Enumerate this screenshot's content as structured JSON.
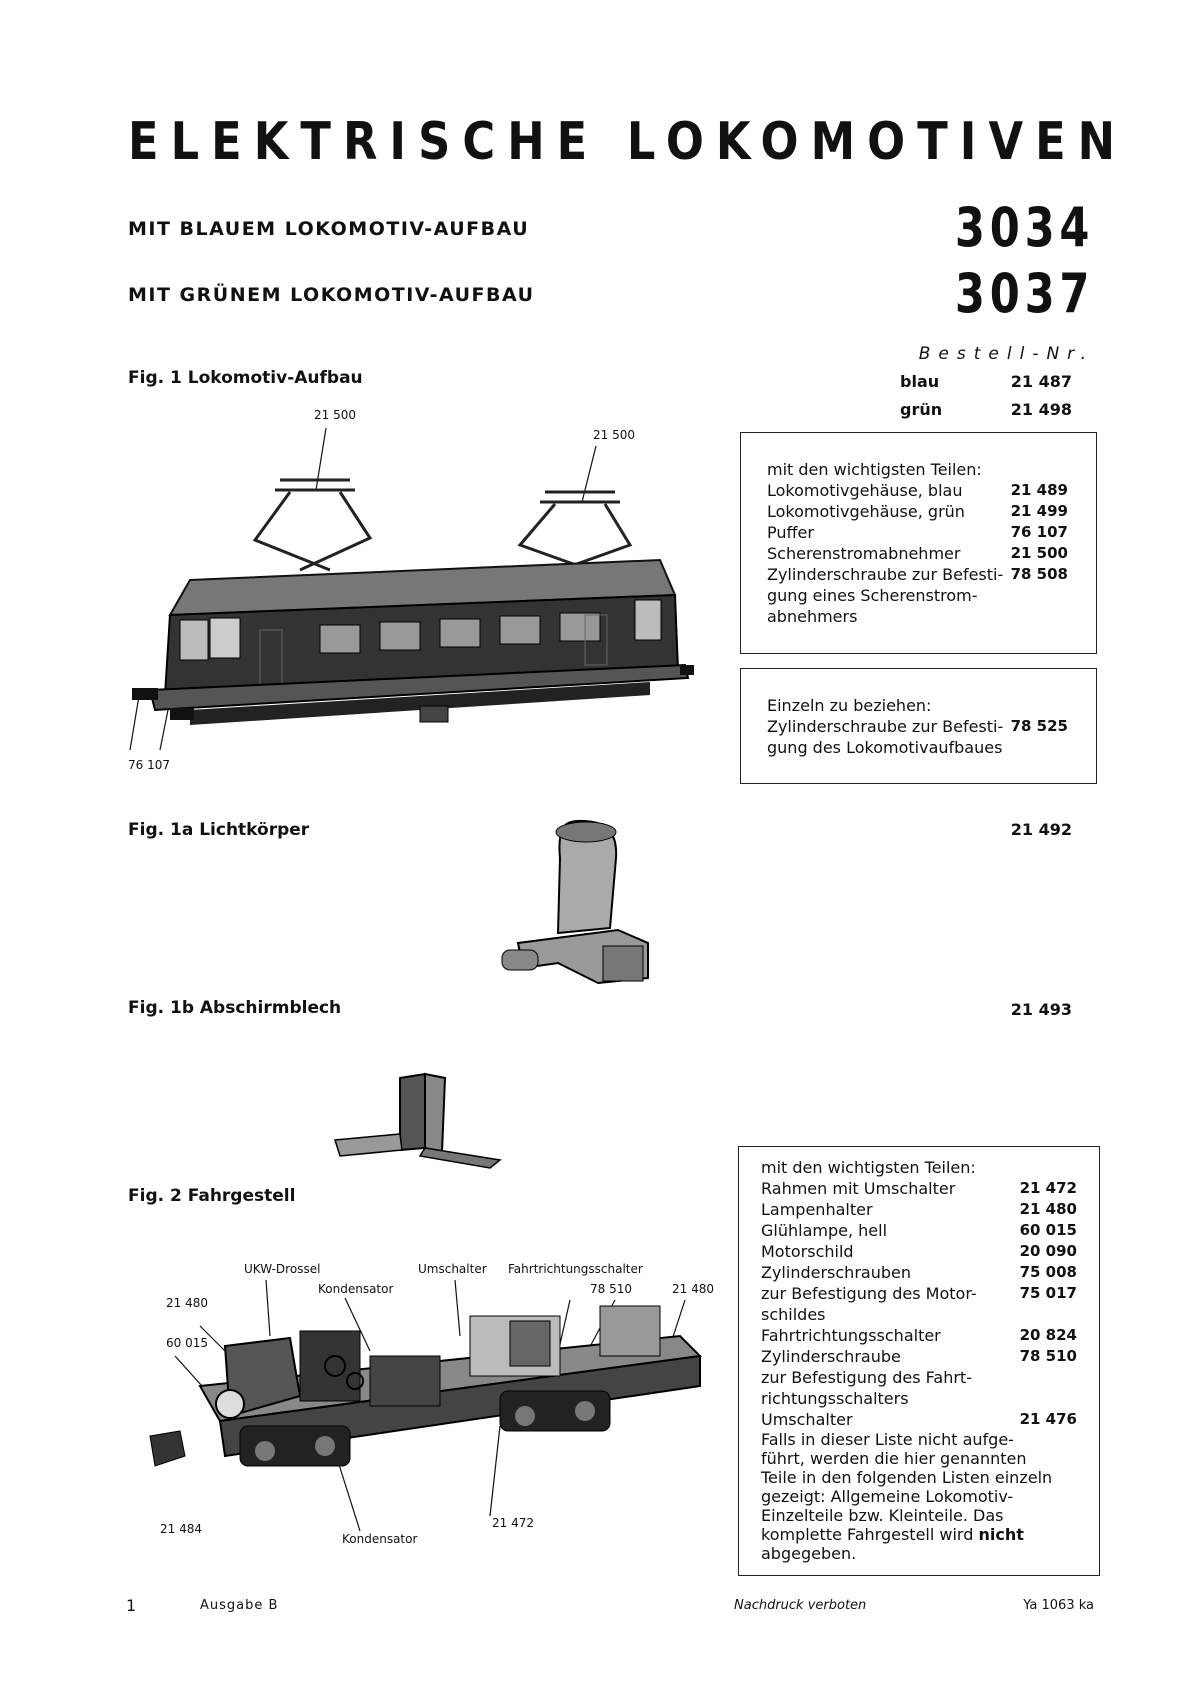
{
  "header": {
    "title": "ELEKTRISCHE LOKOMOTIVEN",
    "variants": [
      {
        "label": "MIT BLAUEM LOKOMOTIV-AUFBAU",
        "number": "3034"
      },
      {
        "label": "MIT GRÜNEM LOKOMOTIV-AUFBAU",
        "number": "3037"
      }
    ]
  },
  "order": {
    "heading": "Bestell-Nr.",
    "rows": [
      {
        "color": "blau",
        "number": "21 487"
      },
      {
        "color": "grün",
        "number": "21 498"
      }
    ]
  },
  "fig1": {
    "caption": "Fig. 1  Lokomotiv-Aufbau",
    "callouts": {
      "pantograph_left": "21 500",
      "pantograph_right": "21 500",
      "buffer": "76 107"
    },
    "parts_box": {
      "intro": "mit den wichtigsten Teilen:",
      "items": [
        {
          "name": "Lokomotivgehäuse, blau",
          "number": "21 489"
        },
        {
          "name": "Lokomotivgehäuse, grün",
          "number": "21 499"
        },
        {
          "name": "Puffer",
          "number": "76 107"
        },
        {
          "name": "Scherenstromabnehmer",
          "number": "21 500"
        },
        {
          "name": "Zylinderschraube zur Befesti-",
          "number": "78 508"
        },
        {
          "name": "gung eines Scherenstrom-",
          "number": ""
        },
        {
          "name": "abnehmers",
          "number": ""
        }
      ]
    },
    "single_box": {
      "intro": "Einzeln zu beziehen:",
      "items": [
        {
          "name": "Zylinderschraube zur Befesti-",
          "number": "78 525"
        },
        {
          "name": "gung des Lokomotivaufbaues",
          "number": ""
        }
      ]
    }
  },
  "fig1a": {
    "caption": "Fig. 1a  Lichtkörper",
    "number": "21 492"
  },
  "fig1b": {
    "caption": "Fig. 1b  Abschirmblech",
    "number": "21 493"
  },
  "fig2": {
    "caption": "Fig. 2  Fahrgestell",
    "callouts": {
      "ukw": "UKW-Drossel",
      "kondensator_top": "Kondensator",
      "umschalter": "Umschalter",
      "fahrtrichtung": "Fahrtrichtungsschalter",
      "n78510": "78 510",
      "n21480_right": "21 480",
      "n21480_left": "21 480",
      "n60015": "60 015",
      "n21484": "21 484",
      "kondensator_bottom": "Kondensator",
      "n21472": "21 472"
    },
    "parts_box": {
      "intro": "mit den wichtigsten Teilen:",
      "items": [
        {
          "name": "Rahmen mit Umschalter",
          "number": "21 472"
        },
        {
          "name": "Lampenhalter",
          "number": "21 480"
        },
        {
          "name": "Glühlampe, hell",
          "number": "60 015"
        },
        {
          "name": "Motorschild",
          "number": "20 090"
        },
        {
          "name": "Zylinderschrauben",
          "number": "75 008"
        },
        {
          "name": "zur Befestigung des Motor-",
          "number": "75 017"
        },
        {
          "name": "schildes",
          "number": ""
        },
        {
          "name": "Fahrtrichtungsschalter",
          "number": "20 824"
        },
        {
          "name": "Zylinderschraube",
          "number": "78 510"
        },
        {
          "name": "zur Befestigung des Fahrt-",
          "number": ""
        },
        {
          "name": "richtungsschalters",
          "number": ""
        },
        {
          "name": "Umschalter",
          "number": "21 476"
        }
      ],
      "note_lines": [
        "Falls in dieser Liste nicht aufge-",
        "führt, werden die hier genannten",
        "Teile in den folgenden Listen einzeln",
        "gezeigt: Allgemeine Lokomotiv-",
        "Einzelteile bzw. Kleinteile. Das",
        "komplette Fahrgestell wird",
        "abgegeben."
      ],
      "note_bold": "nicht"
    }
  },
  "footer": {
    "page": "1",
    "edition": "Ausgabe B",
    "notice": "Nachdruck verboten",
    "code": "Ya 1063 ka"
  }
}
